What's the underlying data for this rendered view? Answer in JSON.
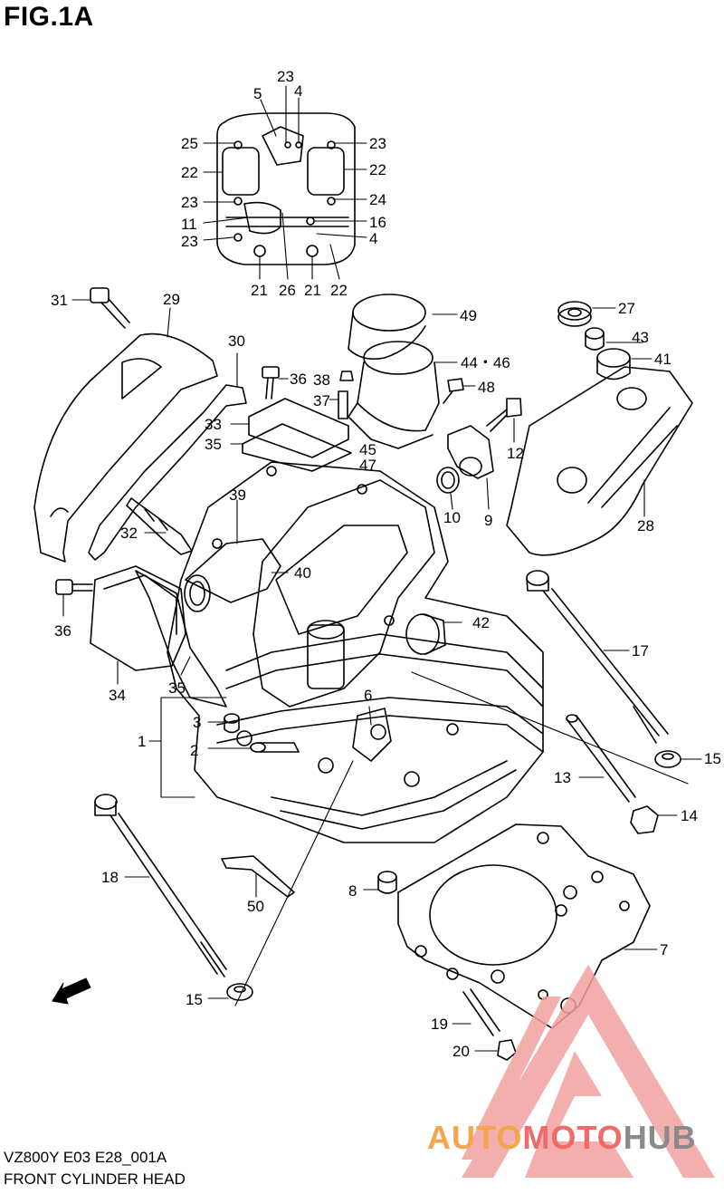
{
  "figure": {
    "title": "FIG.1A",
    "model_line": "VZ800Y E03 E28_001A",
    "caption": "FRONT CYLINDER HEAD",
    "fwd_label": "FWD"
  },
  "watermark": {
    "text_part1": "AUTO",
    "text_part2": "MOTO",
    "text_part3": "HUB",
    "colors": {
      "auto": "#f4a64c",
      "moto": "#ef6b6b",
      "hub": "#8a8a8a",
      "triangle": "#f08a8a"
    }
  },
  "callouts": [
    {
      "id": "c23a",
      "text": "23"
    },
    {
      "id": "c4a",
      "text": "4"
    },
    {
      "id": "c5",
      "text": "5"
    },
    {
      "id": "c25",
      "text": "25"
    },
    {
      "id": "c23b",
      "text": "23"
    },
    {
      "id": "c22a",
      "text": "22"
    },
    {
      "id": "c22b",
      "text": "22"
    },
    {
      "id": "c23c",
      "text": "23"
    },
    {
      "id": "c24",
      "text": "24"
    },
    {
      "id": "c11",
      "text": "11"
    },
    {
      "id": "c16",
      "text": "16"
    },
    {
      "id": "c23d",
      "text": "23"
    },
    {
      "id": "c4b",
      "text": "4"
    },
    {
      "id": "c21a",
      "text": "21"
    },
    {
      "id": "c26",
      "text": "26"
    },
    {
      "id": "c21b",
      "text": "21"
    },
    {
      "id": "c22c",
      "text": "22"
    },
    {
      "id": "c31",
      "text": "31"
    },
    {
      "id": "c29",
      "text": "29"
    },
    {
      "id": "c49",
      "text": "49"
    },
    {
      "id": "c27",
      "text": "27"
    },
    {
      "id": "c30",
      "text": "30"
    },
    {
      "id": "c43",
      "text": "43"
    },
    {
      "id": "c41",
      "text": "41"
    },
    {
      "id": "c36a",
      "text": "36"
    },
    {
      "id": "c38",
      "text": "38"
    },
    {
      "id": "c4446",
      "text": "44・46"
    },
    {
      "id": "c37",
      "text": "37"
    },
    {
      "id": "c48",
      "text": "48"
    },
    {
      "id": "c33",
      "text": "33"
    },
    {
      "id": "c35a",
      "text": "35"
    },
    {
      "id": "c45",
      "text": "45"
    },
    {
      "id": "c47",
      "text": "47"
    },
    {
      "id": "c12",
      "text": "12"
    },
    {
      "id": "c39",
      "text": "39"
    },
    {
      "id": "c10",
      "text": "10"
    },
    {
      "id": "c9",
      "text": "9"
    },
    {
      "id": "c28",
      "text": "28"
    },
    {
      "id": "c32",
      "text": "32"
    },
    {
      "id": "c40",
      "text": "40"
    },
    {
      "id": "c36b",
      "text": "36"
    },
    {
      "id": "c42",
      "text": "42"
    },
    {
      "id": "c17",
      "text": "17"
    },
    {
      "id": "c34",
      "text": "34"
    },
    {
      "id": "c35b",
      "text": "35"
    },
    {
      "id": "c6",
      "text": "6"
    },
    {
      "id": "c3",
      "text": "3"
    },
    {
      "id": "c1",
      "text": "1"
    },
    {
      "id": "c2",
      "text": "2"
    },
    {
      "id": "c15a",
      "text": "15"
    },
    {
      "id": "c13",
      "text": "13"
    },
    {
      "id": "c14",
      "text": "14"
    },
    {
      "id": "c18",
      "text": "18"
    },
    {
      "id": "c8",
      "text": "8"
    },
    {
      "id": "c50",
      "text": "50"
    },
    {
      "id": "c7",
      "text": "7"
    },
    {
      "id": "c15b",
      "text": "15"
    },
    {
      "id": "c19",
      "text": "19"
    },
    {
      "id": "c20",
      "text": "20"
    }
  ]
}
